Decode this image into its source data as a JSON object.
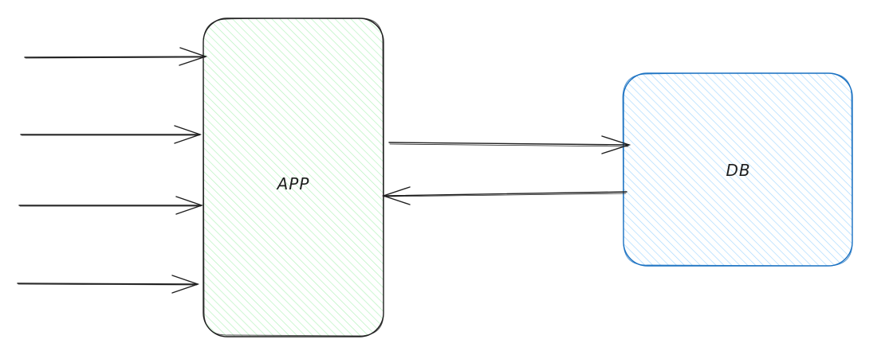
{
  "diagram": {
    "nodes": [
      {
        "id": "app",
        "label": "APP",
        "fill": "#b2f2bb",
        "stroke": "#1e1e1e"
      },
      {
        "id": "db",
        "label": "DB",
        "fill": "#a5d8ff",
        "stroke": "#1971c2"
      }
    ],
    "edges": [
      {
        "from": "external",
        "to": "app"
      },
      {
        "from": "external",
        "to": "app"
      },
      {
        "from": "external",
        "to": "app"
      },
      {
        "from": "external",
        "to": "app"
      },
      {
        "from": "app",
        "to": "db"
      },
      {
        "from": "db",
        "to": "app"
      }
    ]
  }
}
